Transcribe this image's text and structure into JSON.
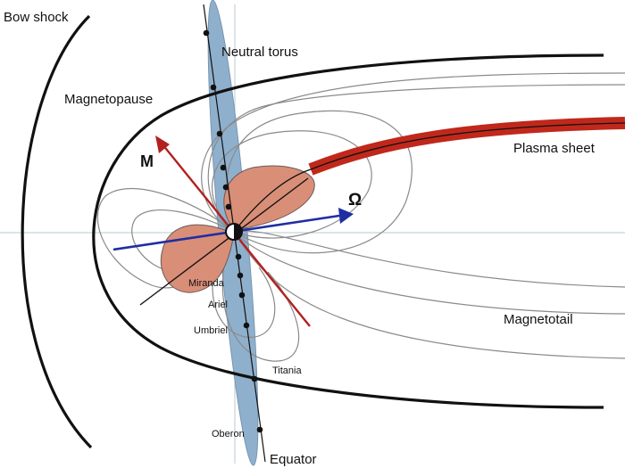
{
  "labels": {
    "bow_shock": "Bow shock",
    "magnetopause": "Magnetopause",
    "neutral_torus": "Neutral torus",
    "plasma_sheet": "Plasma sheet",
    "magnetotail": "Magnetotail",
    "equator": "Equator",
    "magnetic_axis": "M",
    "rotation_axis": "Ω"
  },
  "moons": [
    "Miranda",
    "Ariel",
    "Umbriel",
    "Titania",
    "Oberon"
  ],
  "colors": {
    "torus": "#8fb0cc",
    "plasma_sheet": "#c0281b",
    "cusp_lobes": "#d98e78",
    "magnetic_axis": "#b22020",
    "rotation_axis": "#1f2ea3",
    "field_lines": "#8a8a8a",
    "boundaries": "#111111",
    "reference_lines": "#b8c8d0"
  }
}
